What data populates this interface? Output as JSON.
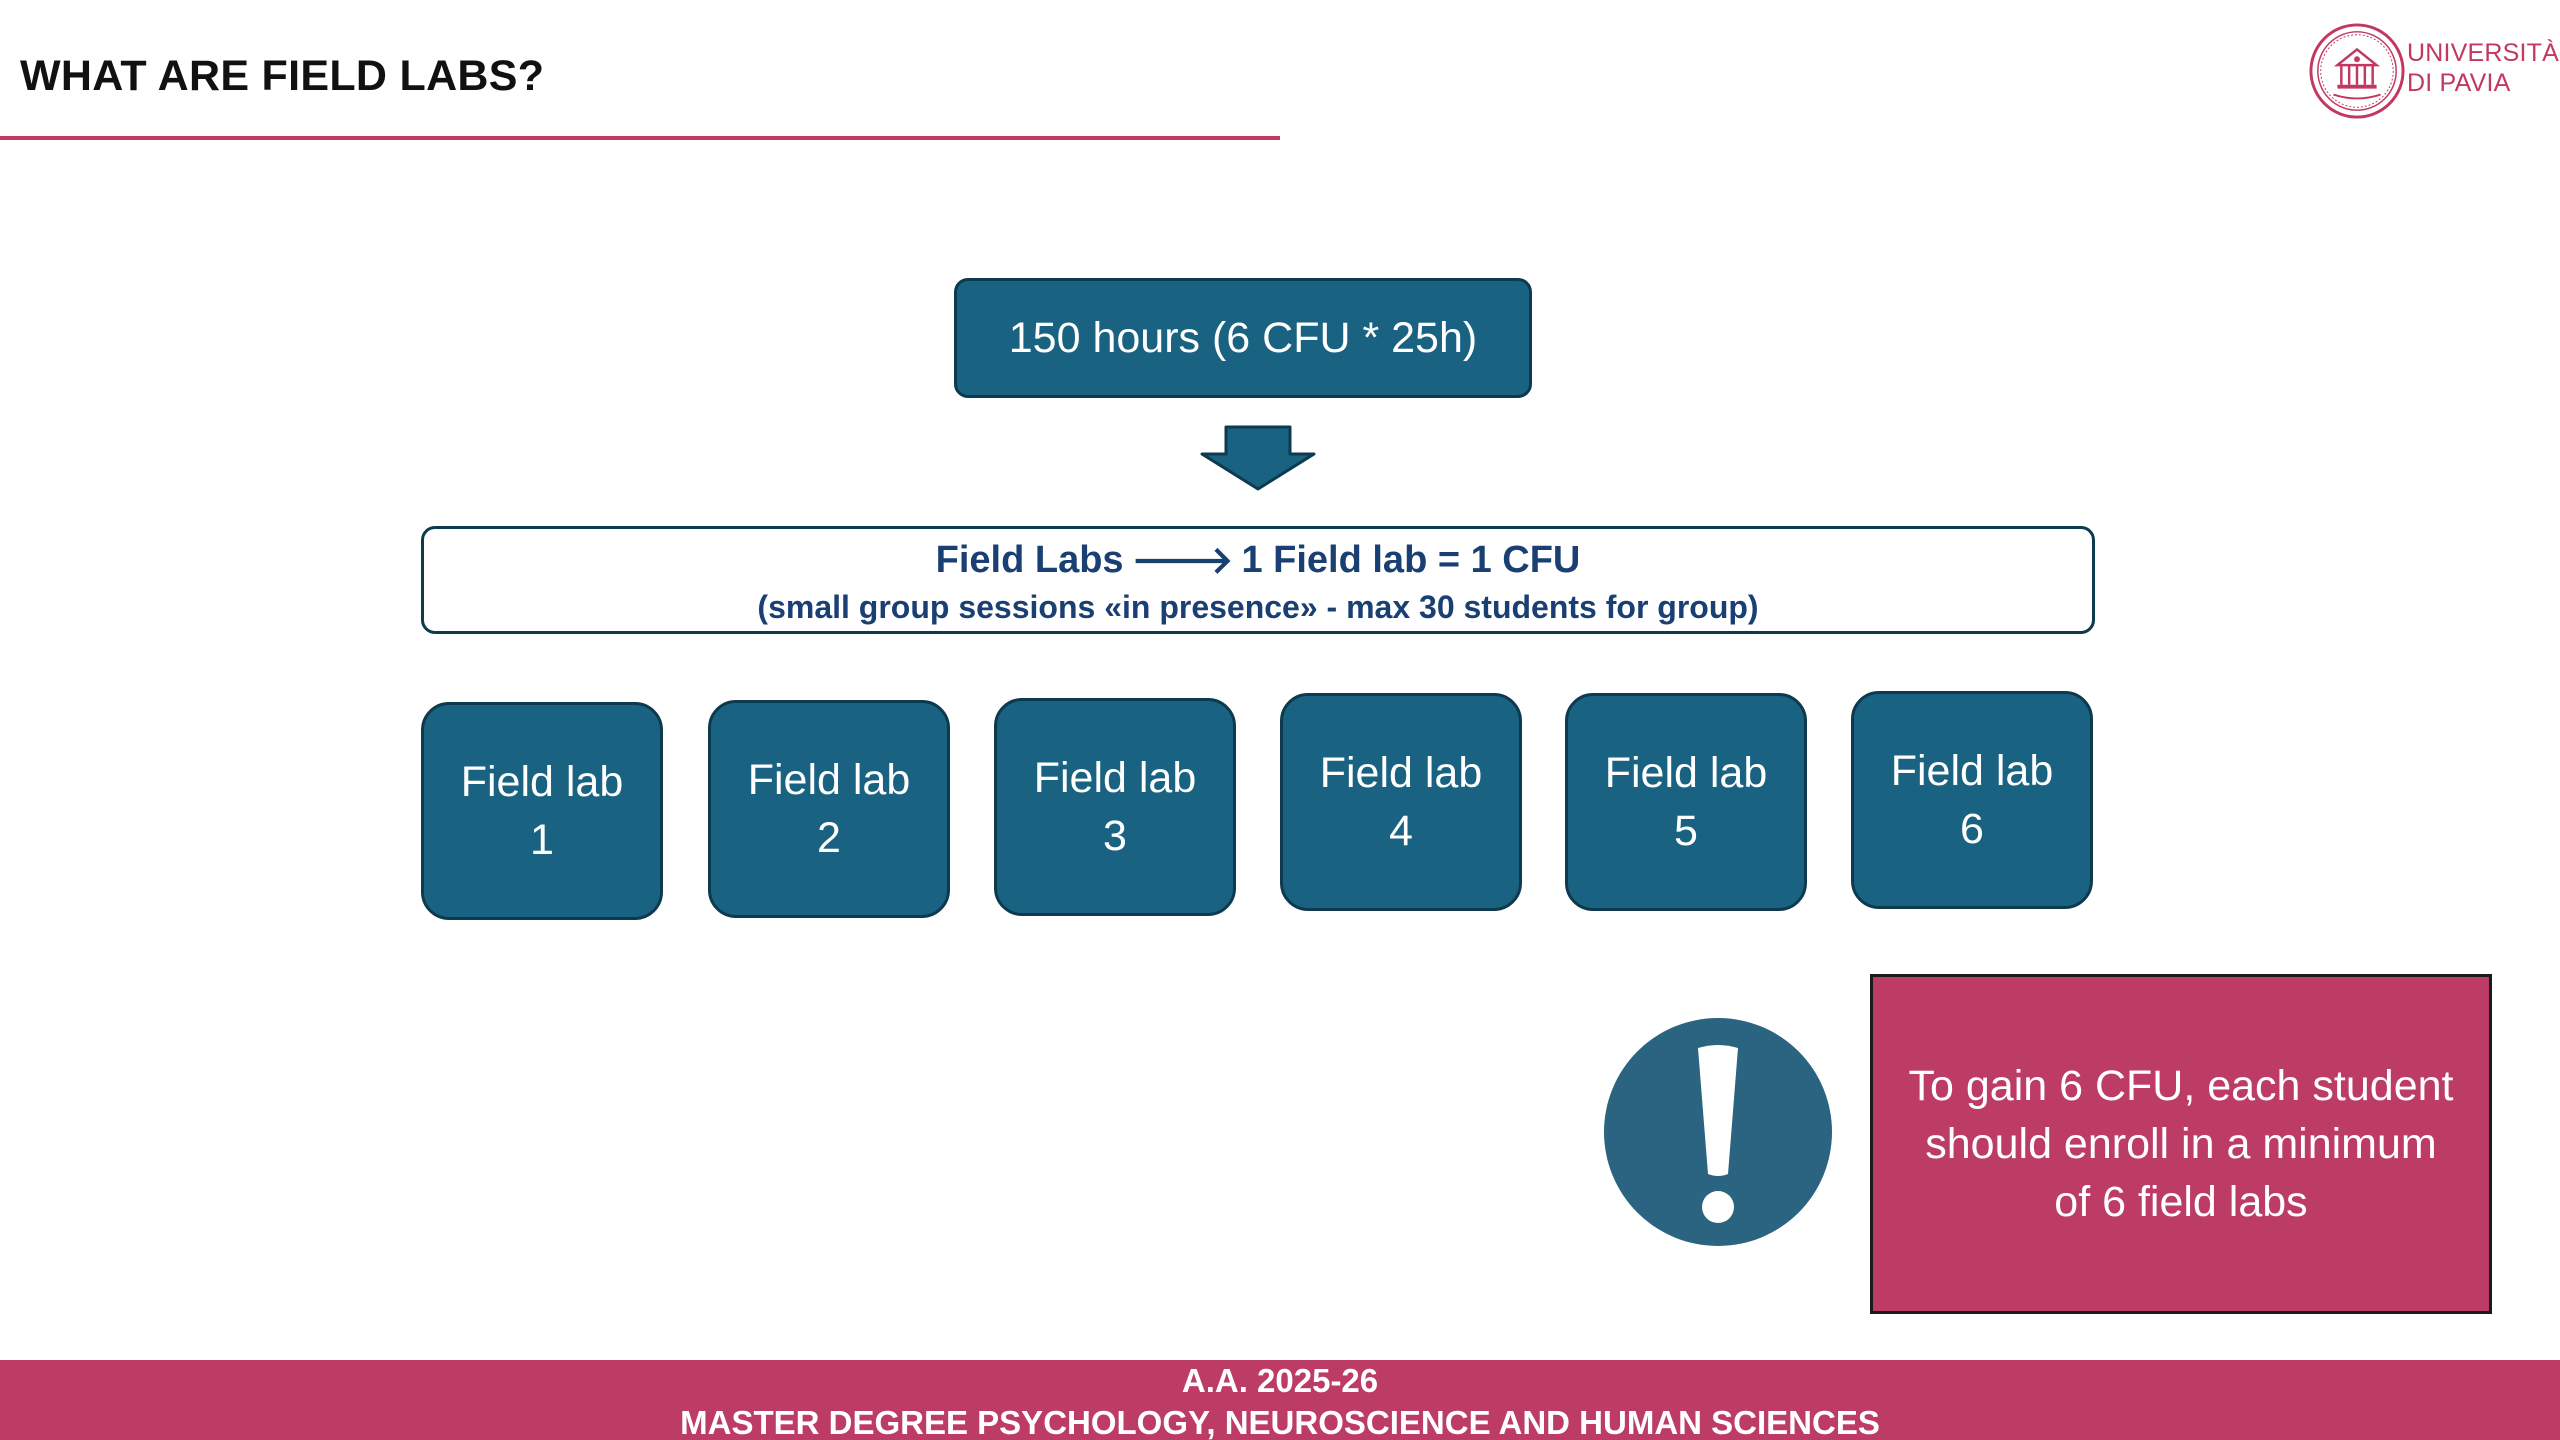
{
  "header": {
    "title": "WHAT ARE FIELD LABS?",
    "logo": {
      "icon": "university-seal-icon",
      "line1": "UNIVERSITÀ",
      "line2": "DI PAVIA"
    }
  },
  "diagram": {
    "hours_box": "150 hours (6 CFU * 25h)",
    "arrow_icon": "down-arrow-icon",
    "banner": {
      "left_text": "Field Labs",
      "arrow_glyph": "🡒",
      "right_text": "1 Field lab = 1 CFU",
      "subtitle": "(small group sessions «in presence» - max 30 students for group)"
    },
    "labs": [
      {
        "label": "Field lab",
        "number": "1"
      },
      {
        "label": "Field lab",
        "number": "2"
      },
      {
        "label": "Field lab",
        "number": "3"
      },
      {
        "label": "Field lab",
        "number": "4"
      },
      {
        "label": "Field lab",
        "number": "5"
      },
      {
        "label": "Field lab",
        "number": "6"
      }
    ]
  },
  "alert": {
    "icon": "exclamation-icon",
    "lines": [
      "To gain 6 CFU, each student",
      "should enroll in a minimum",
      "of 6 field labs"
    ]
  },
  "footer": {
    "line1": "A.A. 2025-26",
    "line2": "MASTER DEGREE PSYCHOLOGY, NEUROSCIENCE AND HUMAN SCIENCES"
  },
  "colors": {
    "accent": "#c2385f",
    "footer_bg": "#bd3c66",
    "box_blue": "#1a6281",
    "box_border": "#0d3a4e",
    "banner_text": "#1a3f73",
    "alert_icon": "#2a6480"
  }
}
